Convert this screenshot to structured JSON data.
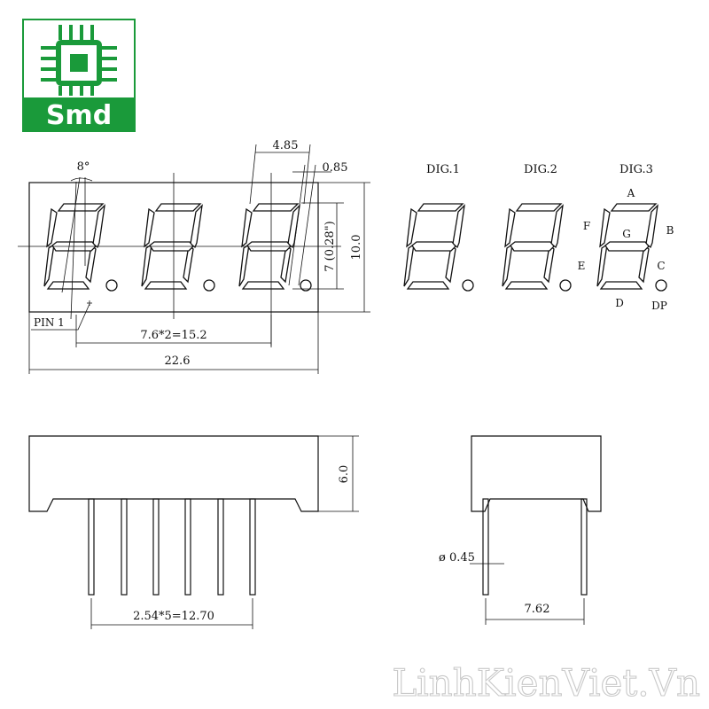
{
  "logo": {
    "text": "Smd",
    "color": "#1a9a3a"
  },
  "front_view": {
    "angle": "8°",
    "digit_width": "4.85",
    "dp_width": "0.85",
    "digit_height": "7 (0.28\")",
    "height": "10.0",
    "pin1": "PIN 1",
    "pitch": "7.6*2=15.2",
    "width": "22.6"
  },
  "segment_diagram": {
    "digits": [
      "DIG.1",
      "DIG.2",
      "DIG.3"
    ],
    "segments": {
      "a": "A",
      "b": "B",
      "c": "C",
      "d": "D",
      "e": "E",
      "f": "F",
      "g": "G",
      "dp": "DP"
    }
  },
  "side_view": {
    "height": "6.0",
    "pin_pitch": "2.54*5=12.70"
  },
  "end_view": {
    "pin_diameter": "ø 0.45",
    "row_spacing": "7.62"
  },
  "watermark": "LinhKienViet.Vn"
}
